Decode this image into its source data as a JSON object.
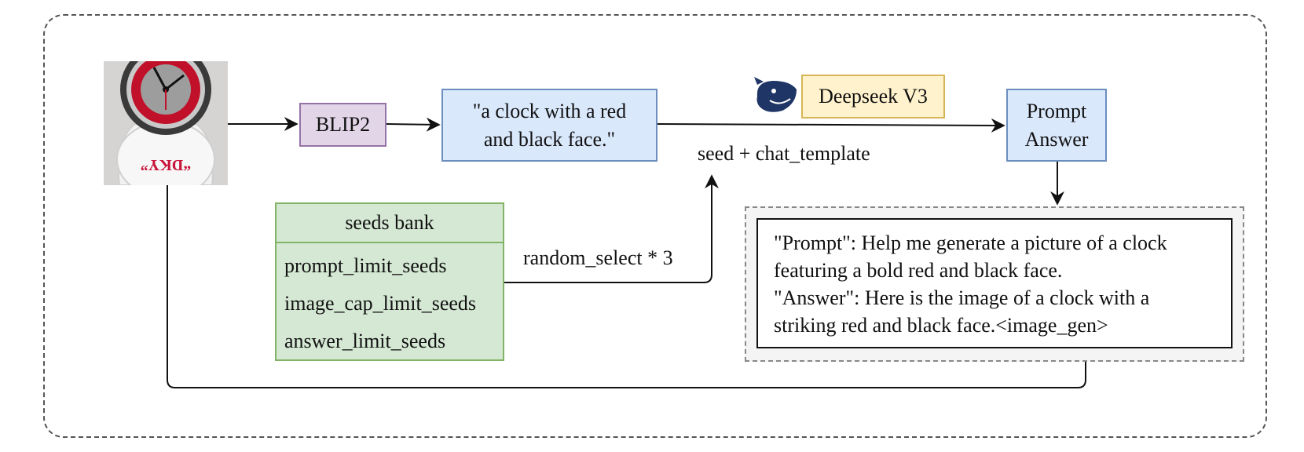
{
  "nodes": {
    "blip": "BLIP2",
    "caption": [
      "\"a clock with a red",
      "and black face.\""
    ],
    "deepseek": "Deepseek V3",
    "prompt_answer": [
      "Prompt",
      "Answer"
    ]
  },
  "seeds_bank": {
    "title": "seeds bank",
    "items": [
      "prompt_limit_seeds",
      "image_cap_limit_seeds",
      "answer_limit_seeds"
    ]
  },
  "edge_labels": {
    "template": "seed + chat_template",
    "random": "random_select * 3"
  },
  "photo_text": "“DKY”",
  "output": [
    "\"Prompt\": Help me generate a picture of a clock",
    "featuring a bold red and black face.",
    "\"Answer\": Here is the image of a clock with a",
    "striking red and black face.<image_gen>"
  ],
  "colors": {
    "purple_fill": "#e1d5e7",
    "blue_fill": "#dae8fc",
    "yellow_fill": "#fff2cc",
    "green_fill": "#d5e8d4"
  }
}
